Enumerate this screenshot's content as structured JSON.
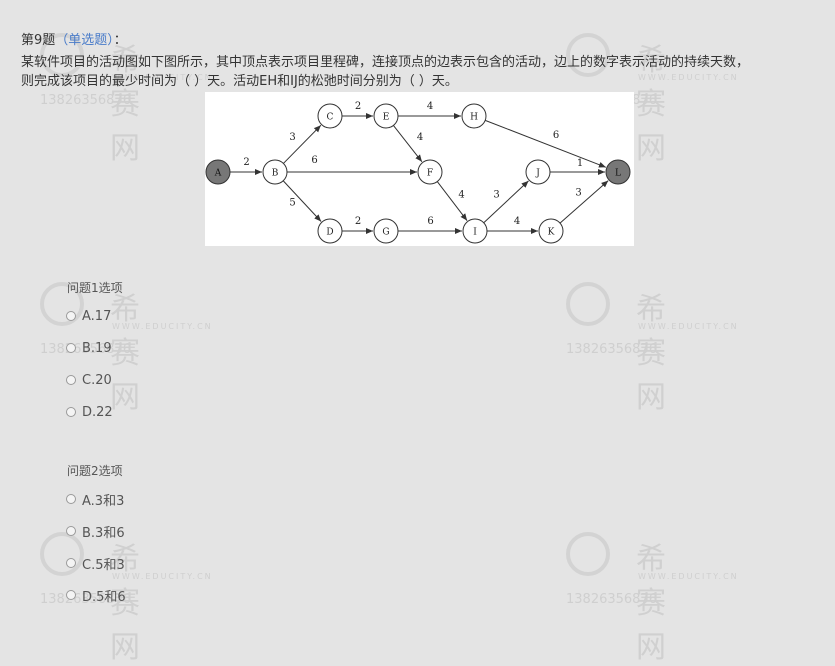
{
  "watermark": {
    "brand": "希赛网",
    "site": "WWW.EDUCITY.CN",
    "phone": "13826356876"
  },
  "question": {
    "number": "第9题",
    "type": "（单选题）",
    "colon": "：",
    "text_line1": "某软件项目的活动图如下图所示，其中顶点表示项目里程碑，连接顶点的边表示包含的活动，边上的数字表示活动的持续天数，",
    "text_line2": "则完成该项目的最少时间为（ ）天。活动EH和IJ的松弛时间分别为（ ）天。"
  },
  "diagram": {
    "nodes": [
      "A",
      "B",
      "C",
      "D",
      "E",
      "F",
      "G",
      "H",
      "I",
      "J",
      "K",
      "L"
    ],
    "edges": [
      {
        "from": "A",
        "to": "B",
        "weight": "2"
      },
      {
        "from": "B",
        "to": "C",
        "weight": "3"
      },
      {
        "from": "B",
        "to": "F",
        "weight": "6"
      },
      {
        "from": "B",
        "to": "D",
        "weight": "5"
      },
      {
        "from": "C",
        "to": "E",
        "weight": "2"
      },
      {
        "from": "E",
        "to": "H",
        "weight": "4"
      },
      {
        "from": "E",
        "to": "F",
        "weight": "4"
      },
      {
        "from": "H",
        "to": "L",
        "weight": "6"
      },
      {
        "from": "F",
        "to": "I",
        "weight": "4"
      },
      {
        "from": "D",
        "to": "G",
        "weight": "2"
      },
      {
        "from": "G",
        "to": "I",
        "weight": "6"
      },
      {
        "from": "I",
        "to": "J",
        "weight": "3"
      },
      {
        "from": "I",
        "to": "K",
        "weight": "4"
      },
      {
        "from": "J",
        "to": "L",
        "weight": "1"
      },
      {
        "from": "K",
        "to": "L",
        "weight": "3"
      }
    ]
  },
  "groups": [
    {
      "title": "问题1选项",
      "options": [
        "A.17",
        "B.19",
        "C.20",
        "D.22"
      ]
    },
    {
      "title": "问题2选项",
      "options": [
        "A.3和3",
        "B.3和6",
        "C.5和3",
        "D.5和6"
      ]
    }
  ]
}
